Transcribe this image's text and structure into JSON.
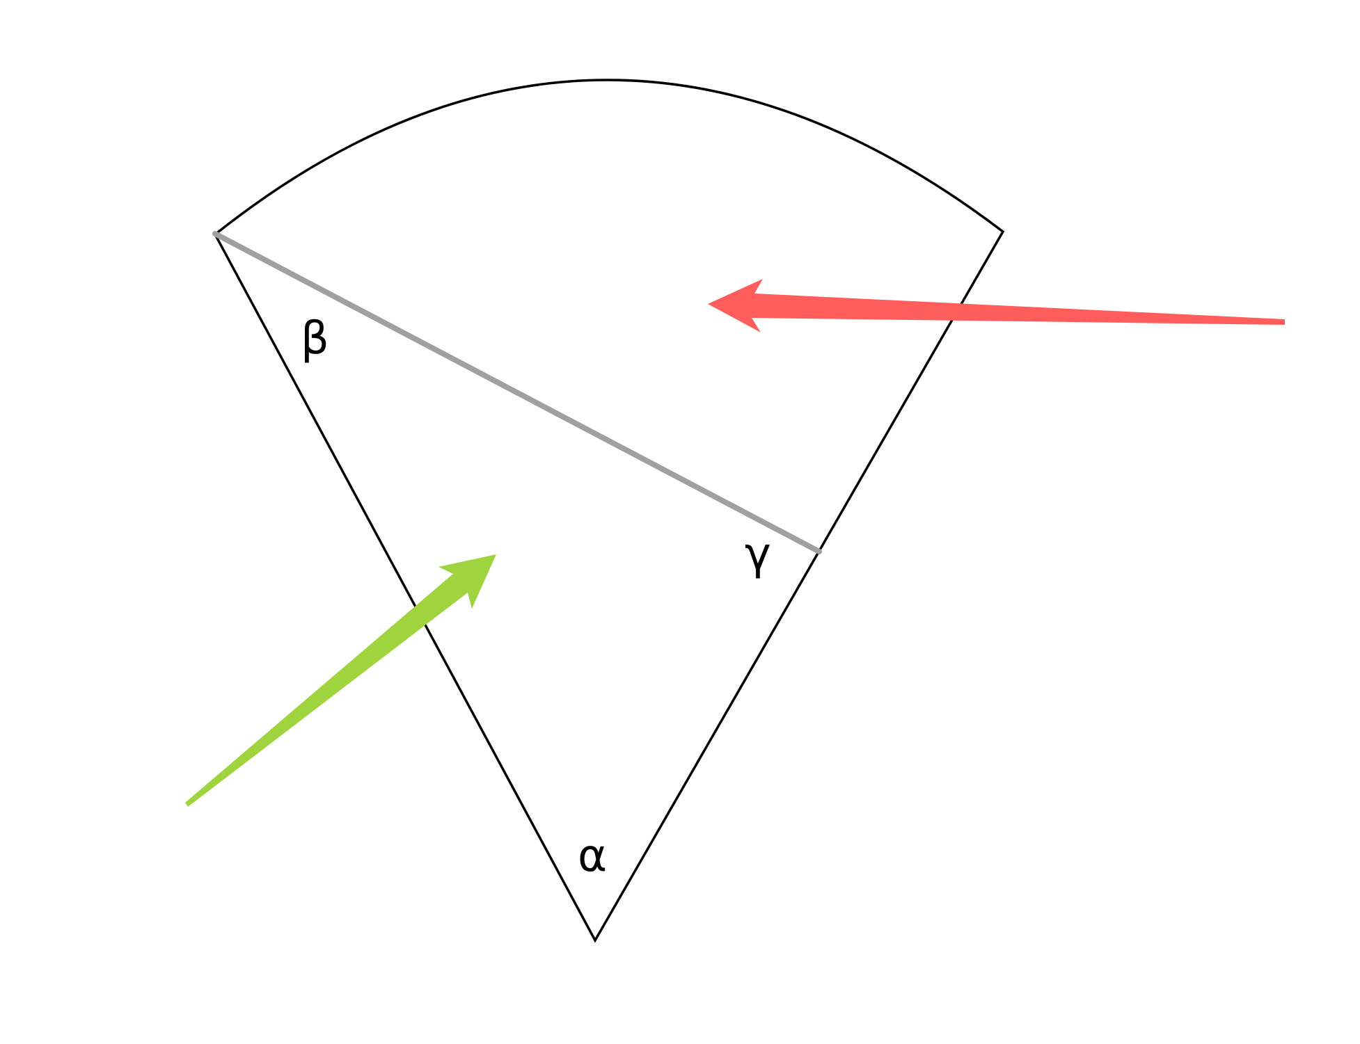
{
  "diagram": {
    "labels": {
      "alpha": "α",
      "beta": "β",
      "gamma": "γ"
    },
    "colors": {
      "outline": "#000000",
      "chord": "#a0a0a0",
      "red_arrow": "#ff5c5c",
      "green_arrow": "#9fd43f"
    }
  }
}
